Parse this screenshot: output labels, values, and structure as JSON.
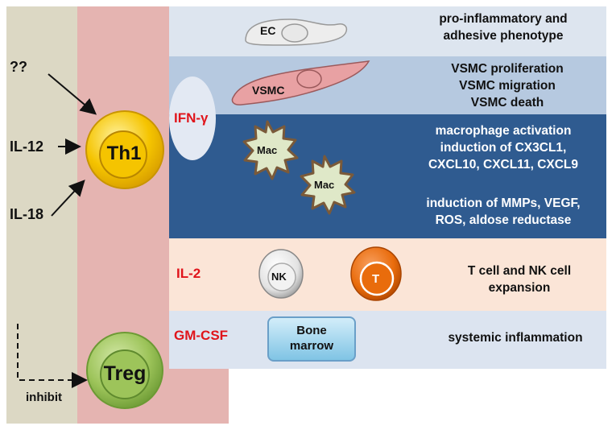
{
  "left_labels": {
    "q": "??",
    "il12": "IL-12",
    "il18": "IL-18",
    "inhibit": "inhibit"
  },
  "cells": {
    "th1": "Th1",
    "treg": "Treg",
    "ec": "EC",
    "vsmc": "VSMC",
    "mac1": "Mac",
    "mac2": "Mac",
    "nk": "NK",
    "t": "T",
    "bone_marrow": [
      "Bone",
      "marrow"
    ]
  },
  "cytokines": {
    "ifng": "IFN-γ",
    "il2": "IL-2",
    "gmcsf": "GM-CSF"
  },
  "effects": {
    "ec": [
      "pro-inflammatory and",
      "adhesive phenotype"
    ],
    "vsmc": [
      "VSMC proliferation",
      "VSMC migration",
      "VSMC death"
    ],
    "mac_a": [
      "macrophage activation",
      "induction of CX3CL1,",
      "CXCL10, CXCL11, CXCL9"
    ],
    "mac_b": [
      "induction of MMPs, VEGF,",
      "ROS, aldose reductase"
    ],
    "il2": [
      "T cell and NK cell",
      "expansion"
    ],
    "gmcsf": "systemic inflammation"
  },
  "colors": {
    "th1_fill": "#f5c400",
    "treg_fill": "#9dc45a",
    "vsmc_fill": "#e8a1a3",
    "mac_fill": "#dfe8c8",
    "nk_fill": "#eeeeee",
    "t_fill": "#e96c0c",
    "bone_marrow_fill": "#a3d7ef",
    "cytokine_text": "#e0141b"
  }
}
